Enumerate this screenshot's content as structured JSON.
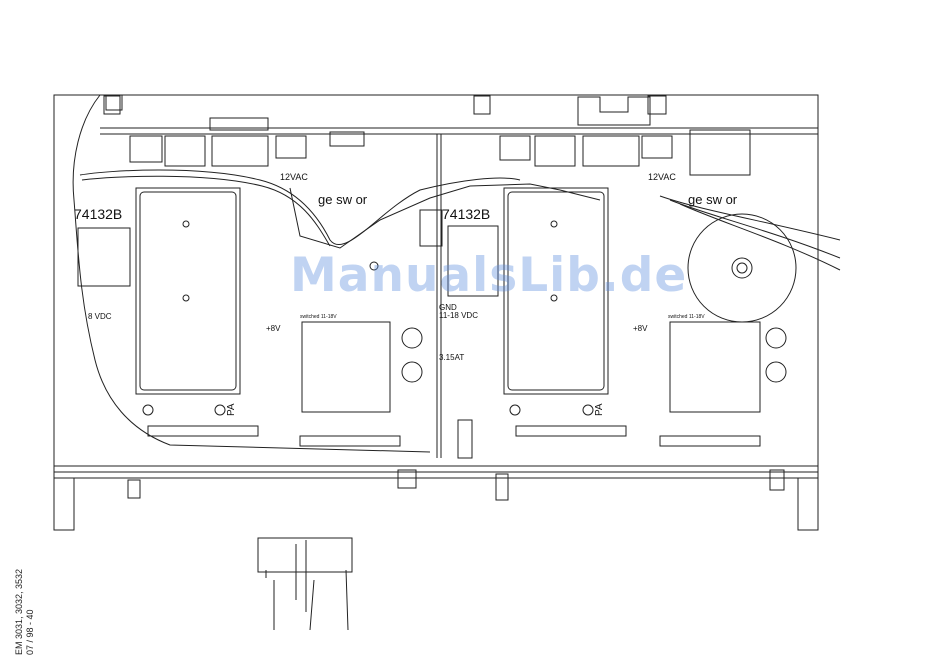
{
  "watermark": {
    "text": "ManualsLib.de",
    "color": "#5a8cdc"
  },
  "side_caption": {
    "line1": "EM 3031, 3032, 3532",
    "line2": "07 / 98 - 40"
  },
  "labels": {
    "board_left_code": "74132B",
    "board_right_code": "74132B",
    "left_12vac": "12VAC",
    "right_12vac": "12VAC",
    "left_ge_sw_or": "ge sw or",
    "right_ge_sw_or": "ge sw or",
    "left_vdc": "8 VDC",
    "mid_vdc": "11-18 VDC",
    "gnd": "GND",
    "left_plus8v": "+8V",
    "right_plus8v": "+8V",
    "fuse": "3.15AT",
    "left_pa": "PA",
    "right_pa": "PA",
    "left_switched": "switched 11-18V",
    "right_switched": "switched 11-18V"
  }
}
